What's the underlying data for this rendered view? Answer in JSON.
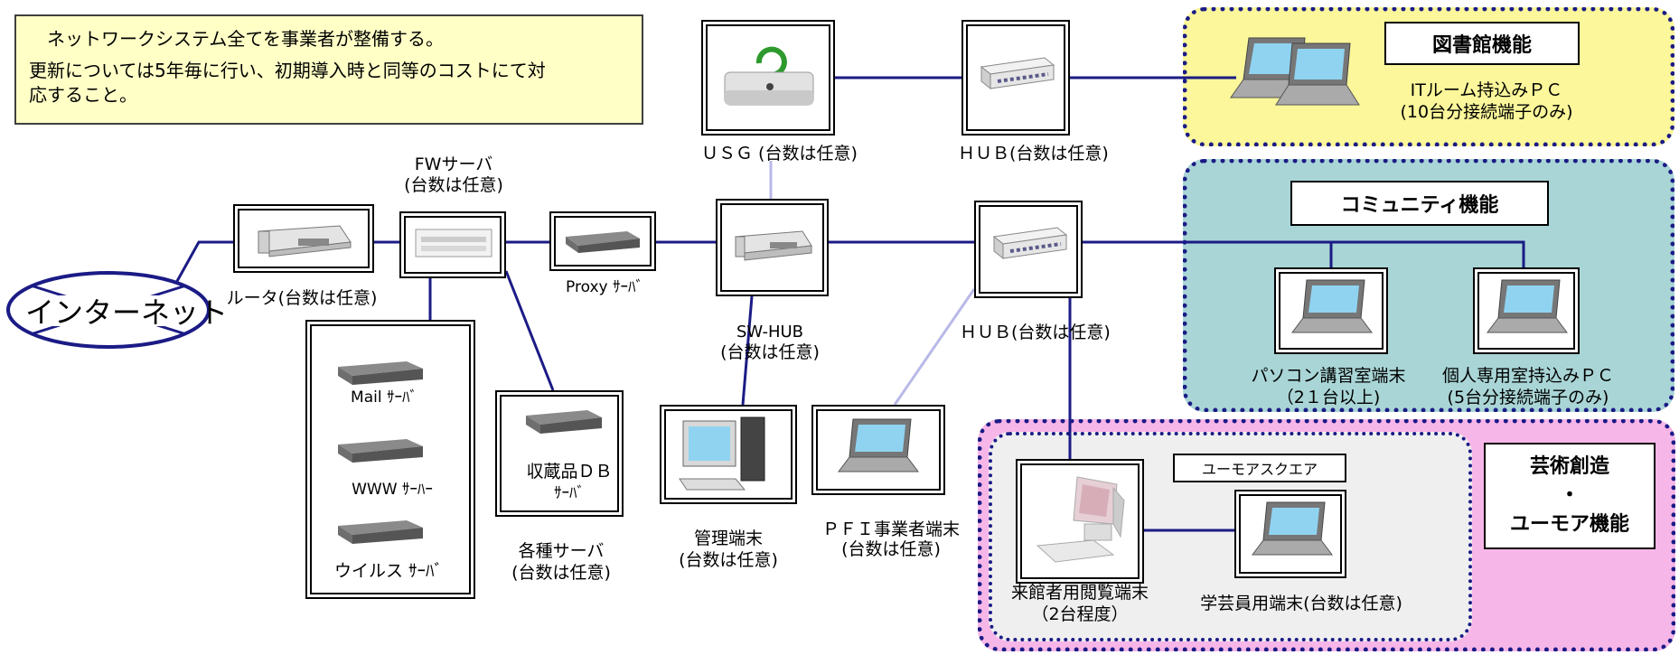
{
  "note": {
    "line1": "　ネットワークシステム全てを事業者が整備する。",
    "line2": "更新については5年毎に行い、初期導入時と同等のコストにて対",
    "line3": "応すること。"
  },
  "internet": "インターネット",
  "router": {
    "label": "ルータ(台数は任意)"
  },
  "fw": {
    "label1": "FWサーバ",
    "label2": "(台数は任意)"
  },
  "proxy": {
    "label": "Proxy  ｻｰﾊﾞ"
  },
  "sw_hub": {
    "label1": "SW-HUB",
    "label2": "(台数は任意)"
  },
  "usg": {
    "label": "ＵＳＧ (台数は任意)"
  },
  "hub_top": {
    "label": "ＨＵＢ(台数は任意)"
  },
  "hub_mid": {
    "label": "ＨＵＢ(台数は任意)"
  },
  "servers": {
    "mail": "Mail  ｻｰﾊﾞ",
    "www": "WWW  ｻｰﾊｰ",
    "virus": "ウイルス  ｻｰﾊﾞ",
    "group1": "各種サーバ",
    "group2": "(台数は任意)"
  },
  "collection_db": {
    "label1": "収蔵品ＤＢ",
    "label2": "ｻｰﾊﾞ"
  },
  "admin": {
    "label1": "管理端末",
    "label2": "(台数は任意)"
  },
  "pfi": {
    "label1": "ＰＦＩ事業者端末",
    "label2": "(台数は任意)"
  },
  "library": {
    "title": "図書館機能",
    "pc1": "ITルーム持込みＰＣ",
    "pc2": "(10台分接続端子のみ)"
  },
  "community": {
    "title": "コミュニティ機能",
    "pc_lab1": "パソコン講習室端末",
    "pc_lab2": "（2１台以上)",
    "private1": "個人専用室持込みＰＣ",
    "private2": "(5台分接続端子のみ)"
  },
  "arts": {
    "title1": "芸術創造",
    "title2": "・",
    "title3": "ユーモア機能",
    "square": "ユーモアスクエア",
    "visitor1": "来館者用閲覧端末",
    "visitor2": "（2台程度）",
    "curator": "学芸員用端末(台数は任意)"
  },
  "colors": {
    "line": "#1b1b86",
    "note_bg": "#ffffc6",
    "library_bg": "#fbf79a",
    "community_bg": "#a9d5d6",
    "arts_bg": "#f7b6e8",
    "square_bg": "#efefef"
  }
}
